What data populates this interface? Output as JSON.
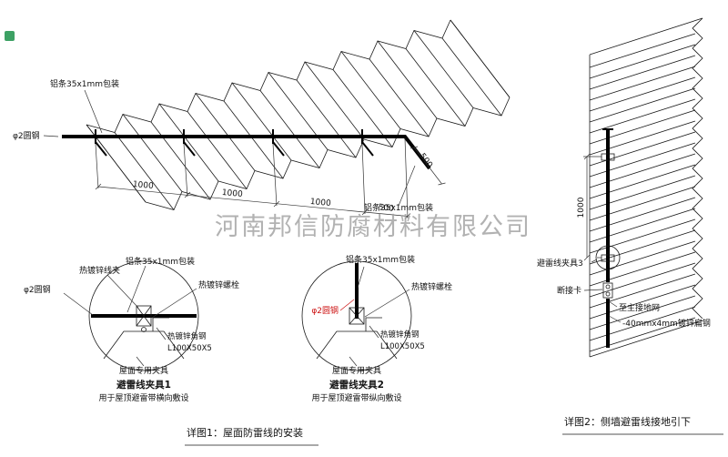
{
  "watermark_text": "河南邦信防腐材料有限公司",
  "roof": {
    "label_strip_top": "铝条35x1mm包装",
    "label_strip_bottom": "铝条35x1mm包装",
    "label_rod": "φ2圆钢",
    "dims_thousand": [
      "1000",
      "1000",
      "1000"
    ],
    "dims_five_hundred": [
      "500",
      "500"
    ]
  },
  "clamp_detail_1": {
    "label_wire_clip": "热镀锌线夹",
    "label_strip": "铝条35x1mm包装",
    "label_bolt": "热镀锌螺栓",
    "label_rod": "φ2圆钢",
    "label_angle_steel": "热镀锌角钢",
    "label_angle_size": "L100X50X5",
    "label_roof_fixture": "屋面专用夹具",
    "title": "避雷线夹具1",
    "subtitle": "用于屋顶避雷带横向敷设"
  },
  "clamp_detail_2": {
    "label_strip": "铝条35x1mm包装",
    "label_bolt": "热镀锌螺栓",
    "label_rod": "φ2圆钢",
    "label_angle_steel": "热镀锌角钢",
    "label_angle_size": "L100X50X5",
    "label_roof_fixture": "屋面专用夹具",
    "title": "避雷线夹具2",
    "subtitle": "用于屋顶避雷带纵向敷设"
  },
  "wall": {
    "label_clamp": "避雷线夹具3",
    "label_disconnect": "断接卡",
    "label_to_ground": "至主接地网",
    "label_flat_steel": "-40mmx4mm镀锌扁钢",
    "dim_height": "1000"
  },
  "captions": {
    "detail_1": "详图1：屋面防雷线的安装",
    "detail_2": "详图2：侧墙避雷线接地引下"
  }
}
